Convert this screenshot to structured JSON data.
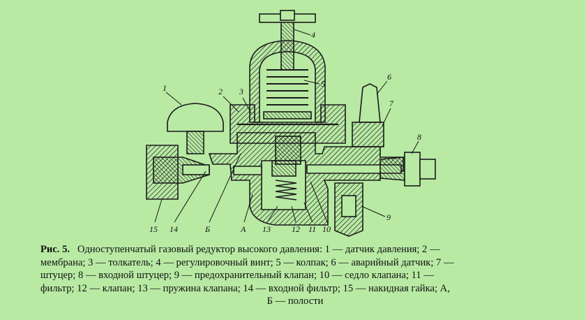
{
  "labels": {
    "l1": "1",
    "l2": "2",
    "l3": "3",
    "l4": "4",
    "l5": "5",
    "l6": "6",
    "l7": "7",
    "l8": "8",
    "l9": "9",
    "l10": "10",
    "l11": "11",
    "l12": "12",
    "l13": "13",
    "l14": "14",
    "l15": "15",
    "la": "А",
    "lb": "Б"
  },
  "caption": {
    "fig_label": "Рис. 5.",
    "line1": "Одноступенчатый газовый редуктор высокого давления: 1 — датчик давления; 2 —",
    "line2": "мембрана; 3 — толкатель; 4 — регулировочный винт; 5 — колпак; 6 — аварийный датчик; 7 —",
    "line3": "штуцер; 8 — входной штуцер; 9 — предохранительный клапан; 10 — седло клапана; 11 —",
    "line4": "фильтр; 12 — клапан; 13 — пружина клапана; 14 — входной фильтр; 15 — накидная гайка; А,",
    "line5": "Б — полости"
  },
  "colors": {
    "background": "#b8eaa4",
    "line": "#1a1a1a",
    "hatch": "#1a1a1a"
  }
}
